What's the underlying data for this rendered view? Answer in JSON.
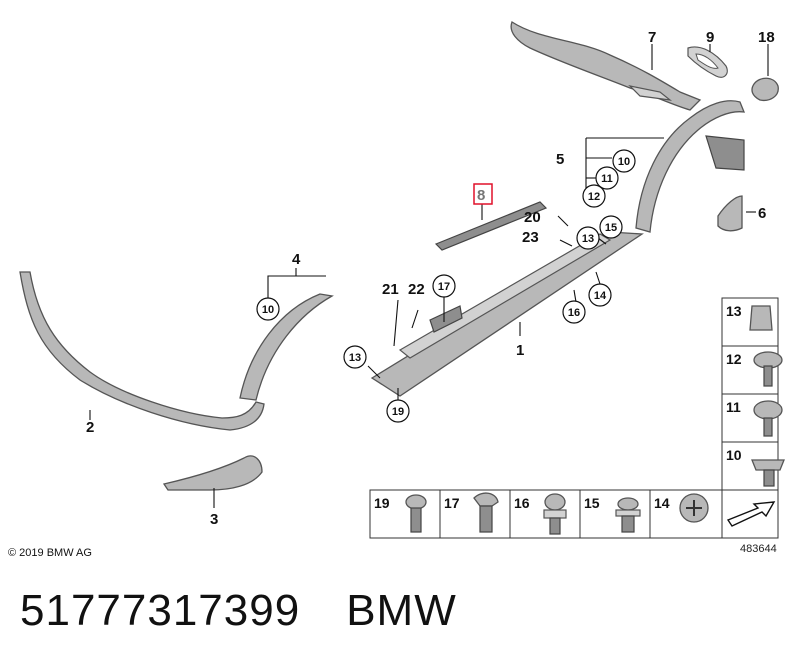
{
  "diagram": {
    "copyright": "© 2019 BMW AG",
    "document_number": "483644",
    "highlighted_label": "8",
    "highlight_color": "#e0102a",
    "callouts": {
      "p1": "1",
      "p2": "2",
      "p3": "3",
      "p4": "4",
      "p5": "5",
      "p6": "6",
      "p7": "7",
      "p8": "8",
      "p9": "9",
      "p18": "18",
      "p20": "20",
      "p21": "21",
      "p22": "22",
      "p23": "23"
    },
    "circled": {
      "c10a": "10",
      "c10b": "10",
      "c11": "11",
      "c12": "12",
      "c13a": "13",
      "c13b": "13",
      "c14": "14",
      "c15": "15",
      "c16": "16",
      "c17": "17",
      "c19": "19"
    },
    "fastener_table": {
      "right_column": [
        "13",
        "12",
        "11",
        "10"
      ],
      "bottom_row": [
        "19",
        "17",
        "16",
        "15",
        "14"
      ]
    }
  },
  "footer": {
    "part_number": "51777317399",
    "brand": "BMW"
  }
}
